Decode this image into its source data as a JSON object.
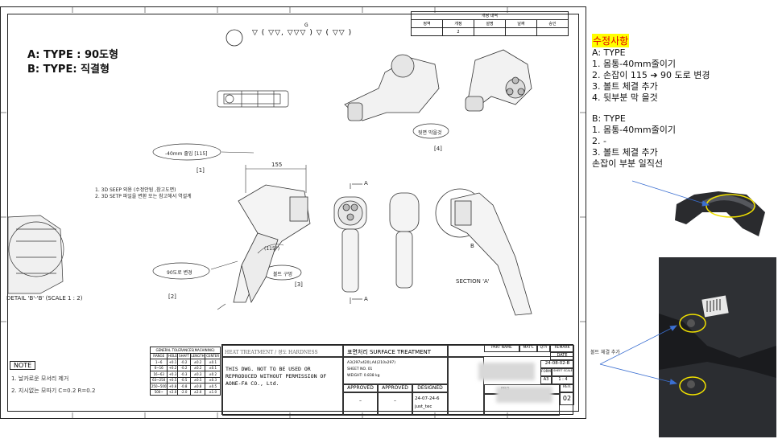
{
  "drawing": {
    "type_a": "A: TYPE : 90도형",
    "type_b": "B: TYPE:  직결형",
    "surface_symbols": "▽ ( ▽▽, ▽▽▽ )      ▽ ( ▽▽ )",
    "surface_g": "G",
    "callout_40mm": "-40mm 줄임 [115]",
    "callout_1": "[1]",
    "callout_2": "[2]",
    "callout_3": "[3]",
    "callout_4": "[4]",
    "callout_90deg": "90도로 변경",
    "callout_bolt": "볼트 구멍",
    "callout_close": "뒷면 막을것",
    "dim_155": "155",
    "dim_115": "(115°)",
    "note_3d_1": "1. 3D SEEP 외용 (수정안됨 ,참고도면)",
    "note_3d_2": "2. 3D SETP 파일을 변환 또는 참고해서 역설계",
    "section_a": "A",
    "section_b": "B",
    "section_label": "SECTION 'A'",
    "detail_label": "DETAIL 'B'-'B' (SCALE 1 : 2)",
    "note_title": "NOTE",
    "note_1": "1. 날카로운 모서리 제거",
    "note_2": "2. 지시없는 모따기 C=0.2 R=0.2",
    "rev_header": "개정 내역",
    "rev_cols": [
      "정역",
      "개정",
      "설명",
      "날짜",
      "승인"
    ],
    "rev_row": [
      "",
      "2",
      "",
      "",
      ""
    ],
    "tol_title": "GENERAL TOLERANCES(MACHINING)",
    "tol_cols": [
      "RANGE",
      "HOLE",
      "SHAFT",
      "LENGTH",
      "CENTER"
    ],
    "tol_rows": [
      [
        "1~6",
        "+0.1",
        "-0.2",
        "±0.2",
        "±0.1"
      ],
      [
        "6~16",
        "+0.2",
        "-0.2",
        "±0.2",
        "±0.1"
      ],
      [
        "16~63",
        "+0.3",
        "-0.3",
        "±0.3",
        "±0.2"
      ],
      [
        "63~250",
        "+0.5",
        "-0.5",
        "±0.5",
        "±0.3"
      ],
      [
        "250~500",
        "+0.8",
        "-0.8",
        "±0.8",
        "±0.5"
      ],
      [
        "500~",
        "+2.0",
        "-2.0",
        "±2.0",
        "±1.0"
      ]
    ],
    "heat_treatment": "HEAT TREATMENT / 경도 HARDNESS",
    "surface_treatment": "표면처리 SURFACE TREATMENT",
    "copyright_1": "THIS DWG. NOT TO  BE USED OR",
    "copyright_2": "REPRODUCED WITHOUT  PERMISSION OF",
    "copyright_3": "AONE-FA CO., Ltd.",
    "sheet_info_1": "A3(297x420),A4(210x297)",
    "sheet_info_2": "SHEET NO. 01",
    "weight": "WEIGHT: 0.838 kg",
    "approved_1": "APPROVED",
    "approved_2": "APPROVED",
    "designed": "DESIGNED",
    "dash": "–",
    "design_date": "24-07-24-6",
    "designer": "just_tec",
    "part_name": "PART NAME",
    "matl": "MAT'L",
    "qty": "QTY",
    "remark": "REMARK",
    "date_label": "DATE",
    "date_value": "24-08-02-B",
    "form": "FORM",
    "form_value": "A3",
    "scale_value": "1 : 4",
    "sheet_size": "SHEET SCALE",
    "rev_label": "REV.",
    "rev_value": "02",
    "pro_label": "PRO"
  },
  "panel": {
    "heading": "수정사항",
    "a_title": "A: TYPE",
    "a_items": [
      "1.    몸통-40mm줄이기",
      "2.    손잡이 115 ➔ 90 도로 변경",
      "3.    볼트 체결 추가",
      "4.    뒷부분 막 을것"
    ],
    "b_title": "B: TYPE",
    "b_items": [
      "1.    몸통-40mm줄이기",
      "2.    -",
      "3.    볼트 체결 추가"
    ],
    "b_note": "손잡이 부분 일직선",
    "bolt_label": "볼트 체결 추가",
    "accent_color": "#e00000",
    "highlight_color": "#ffff00",
    "ellipse_color": "#f0e000"
  }
}
